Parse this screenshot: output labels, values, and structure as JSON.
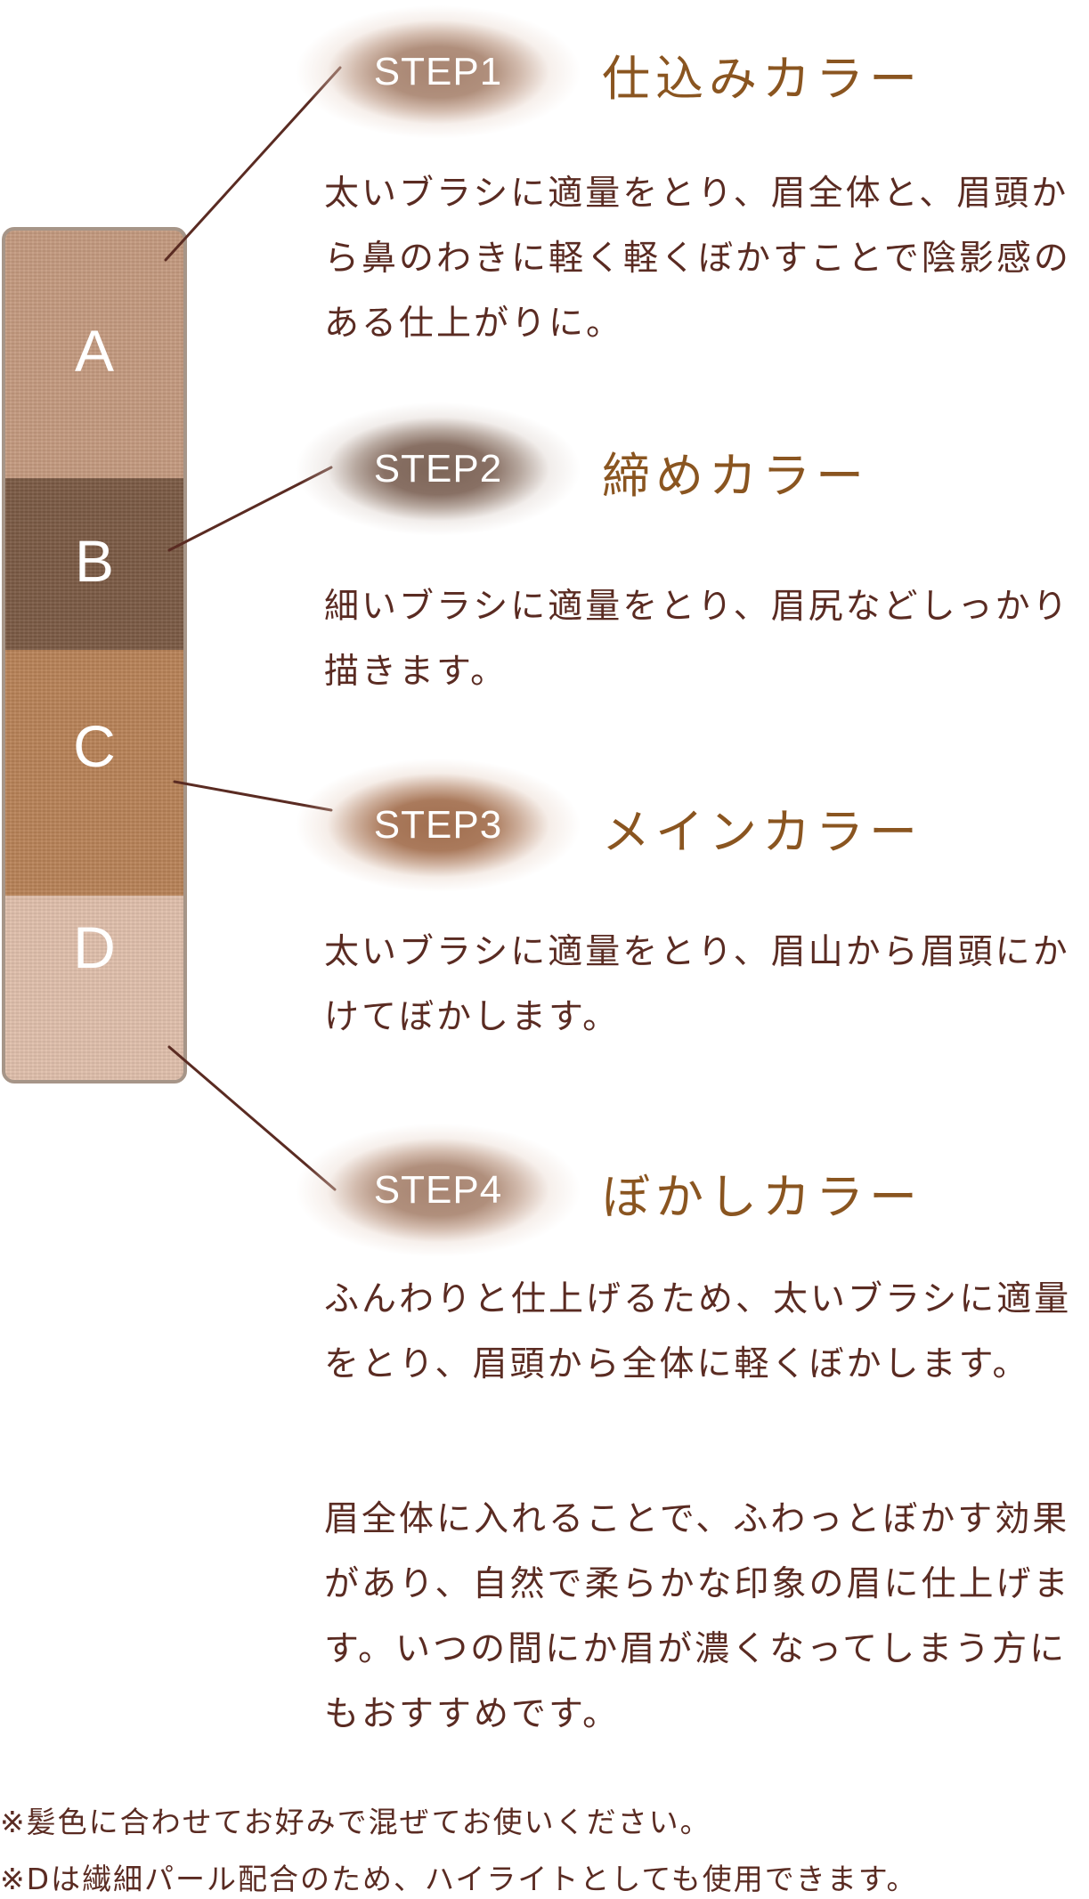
{
  "palette": {
    "swatches": [
      {
        "letter": "A",
        "color": "#c49a7f"
      },
      {
        "letter": "B",
        "color": "#7b5a44"
      },
      {
        "letter": "C",
        "color": "#b88257"
      },
      {
        "letter": "D",
        "color": "#e0bfab"
      }
    ],
    "frame_color": "#a69588"
  },
  "steps": [
    {
      "badge": "STEP1",
      "title": "仕込みカラー",
      "paragraphs": [
        "太いブラシに適量をとり、眉全体と、眉頭から鼻のわきに軽く軽くぼかすことで陰影感のある仕上がりに。"
      ]
    },
    {
      "badge": "STEP2",
      "title": "締めカラー",
      "paragraphs": [
        "細いブラシに適量をとり、眉尻などしっかり描きます。"
      ]
    },
    {
      "badge": "STEP3",
      "title": "メインカラー",
      "paragraphs": [
        "太いブラシに適量をとり、眉山から眉頭にかけてぼかします。"
      ]
    },
    {
      "badge": "STEP4",
      "title": "ぼかしカラー",
      "paragraphs": [
        "ふんわりと仕上げるため、太いブラシに適量をとり、眉頭から全体に軽くぼかします。",
        "眉全体に入れることで、ふわっとぼかす効果があり、自然で柔らかな印象の眉に仕上げます。いつの間にか眉が濃くなってしまう方にもおすすめです。"
      ]
    }
  ],
  "notes": [
    "※髪色に合わせてお好みで混ぜてお使いください。",
    "※Dは繊細パール配合のため、ハイライトとしても使用できます。"
  ],
  "colors": {
    "text": "#5a2b22",
    "title": "#8a5520",
    "line": "#5a2b22"
  }
}
